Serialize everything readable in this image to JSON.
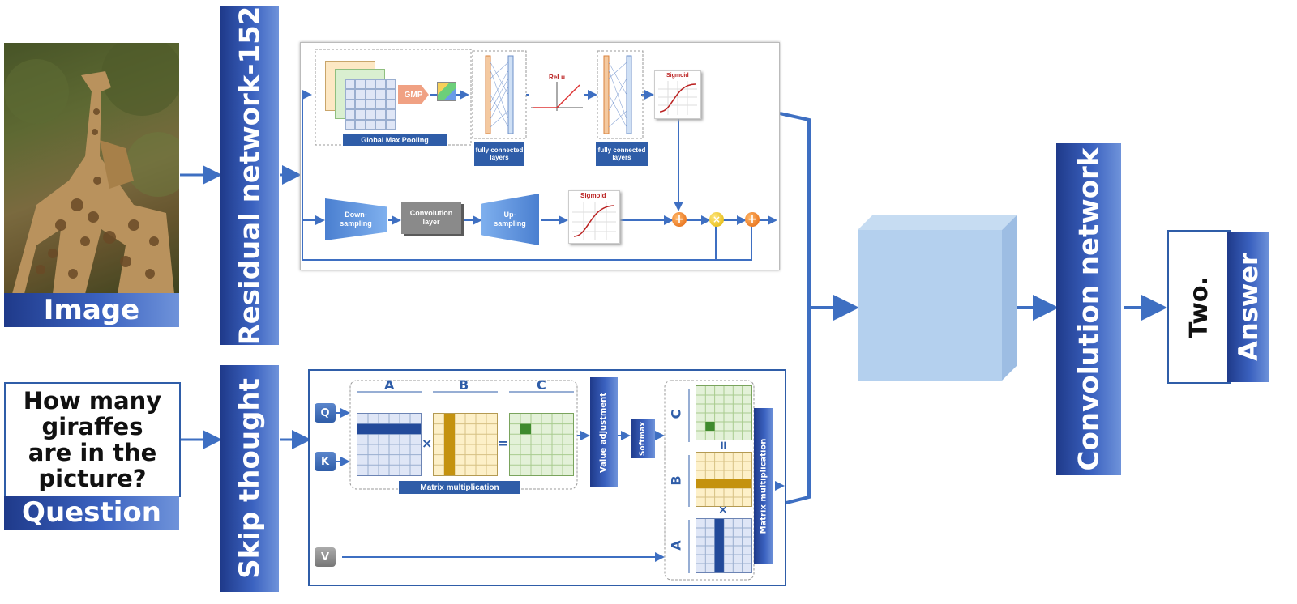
{
  "image_block": {
    "label": "Image"
  },
  "question_block": {
    "text": "How many giraffes are in the picture?",
    "label": "Question"
  },
  "resnet": {
    "label": "Residual network-152"
  },
  "skip": {
    "label": "Skip thought"
  },
  "channel_attention": {
    "gmp": "GMP",
    "gmp_caption": "Global Max Pooling",
    "fc1": "fully connected layers",
    "relu": "ReLu",
    "fc2": "fully connected layers",
    "sigmoid_top": "Sigmoid"
  },
  "spatial_attention": {
    "down": "Down-sampling",
    "conv": "Convolution layer",
    "up": "Up-sampling",
    "sigmoid": "Sigmoid"
  },
  "self_attention": {
    "q": "Q",
    "k": "K",
    "v": "V",
    "a": "A",
    "b": "B",
    "c": "C",
    "times": "×",
    "equals": "=",
    "matmul": "Matrix multiplication",
    "value_adjust": "Value adjustment",
    "softmax": "Softmax",
    "matmul2": "Matrix multiplication",
    "c2": "C",
    "b2": "B",
    "a2": "A",
    "eq2": "=",
    "x2": "×"
  },
  "convnet": {
    "label": "Convolution network"
  },
  "answer": {
    "value": "Two.",
    "label": "Answer"
  },
  "colors": {
    "arrow": "#3e6fc2",
    "accent": "#2f5da8"
  }
}
